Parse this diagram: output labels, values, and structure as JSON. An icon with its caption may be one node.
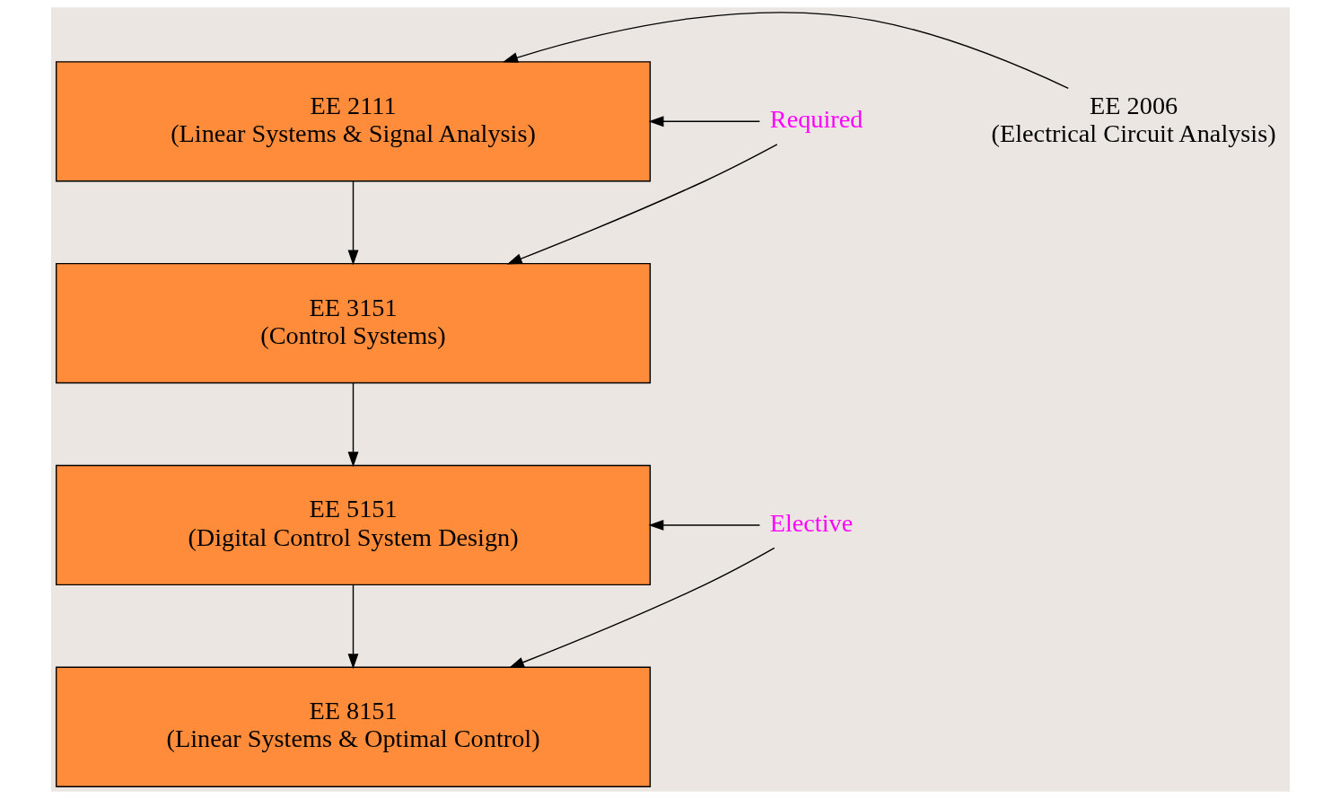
{
  "diagram": {
    "nodes": [
      {
        "text": [
          "EE 2111",
          "(Linear Systems & Signal Analysis)"
        ]
      },
      {
        "text": [
          "EE 3151",
          "(Control Systems)"
        ]
      },
      {
        "text": [
          "EE 5151",
          "(Digital Control System Design)"
        ]
      },
      {
        "text": [
          "EE 8151",
          "(Linear Systems & Optimal Control)"
        ]
      },
      {
        "text": [
          "EE 2006",
          "(Electrical Circuit Analysis)"
        ]
      },
      {
        "text": [
          "Required"
        ]
      },
      {
        "text": [
          "Elective"
        ]
      }
    ],
    "edges": [
      {
        "from": 4,
        "to": 0,
        "arrow": "to"
      },
      {
        "from": 5,
        "to": 0,
        "arrow": "to"
      },
      {
        "from": 5,
        "to": 1,
        "arrow": "to"
      },
      {
        "from": 0,
        "to": 1,
        "arrow": "to"
      },
      {
        "from": 1,
        "to": 2,
        "arrow": "to"
      },
      {
        "from": 6,
        "to": 2,
        "arrow": "to"
      },
      {
        "from": 6,
        "to": 3,
        "arrow": "to"
      },
      {
        "from": 2,
        "to": 3,
        "arrow": "to"
      }
    ]
  }
}
